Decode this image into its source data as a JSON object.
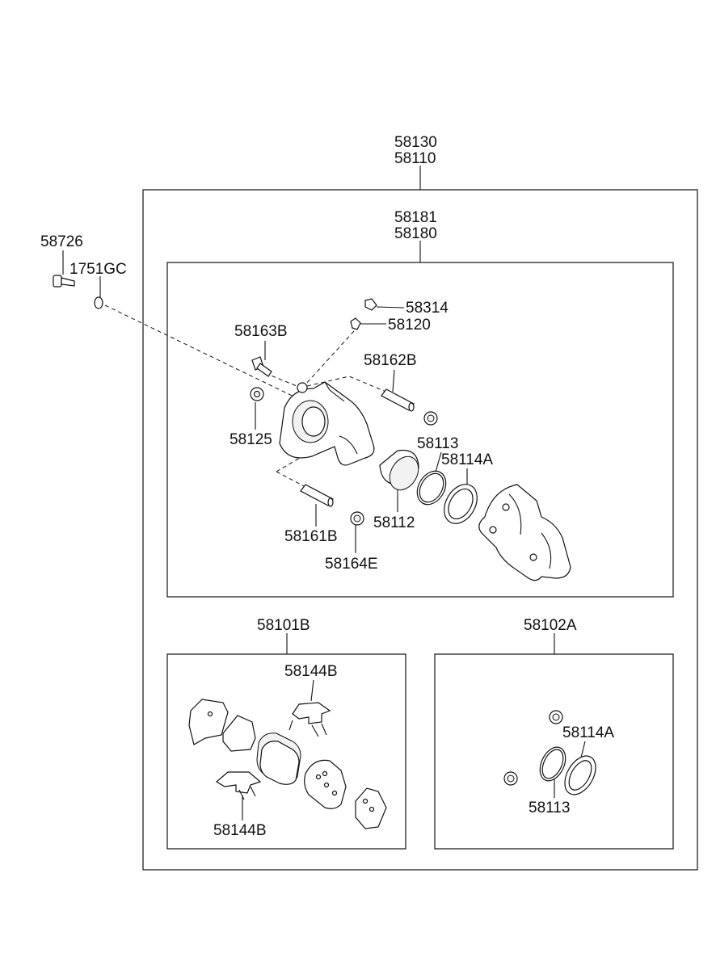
{
  "labels": {
    "assembly_top": "58130",
    "assembly_bottom": "58110",
    "caliper_top": "58181",
    "caliper_bottom": "58180",
    "bolt": "58726",
    "washer": "1751GC",
    "bleeder_cap": "58314",
    "bleeder_screw": "58120",
    "guide_bolt_b": "58163B",
    "guide_pin_b": "58162B",
    "bushing": "58125",
    "piston_seal": "58113",
    "piston_boot": "58114A",
    "piston": "58112",
    "guide_pin_a": "58161B",
    "pin_boot": "58164E",
    "pad_kit": "58101B",
    "seal_kit": "58102A",
    "pad_spring_top": "58144B",
    "pad_spring_bottom": "58144B",
    "kit_boot": "58114A",
    "kit_seal": "58113"
  }
}
